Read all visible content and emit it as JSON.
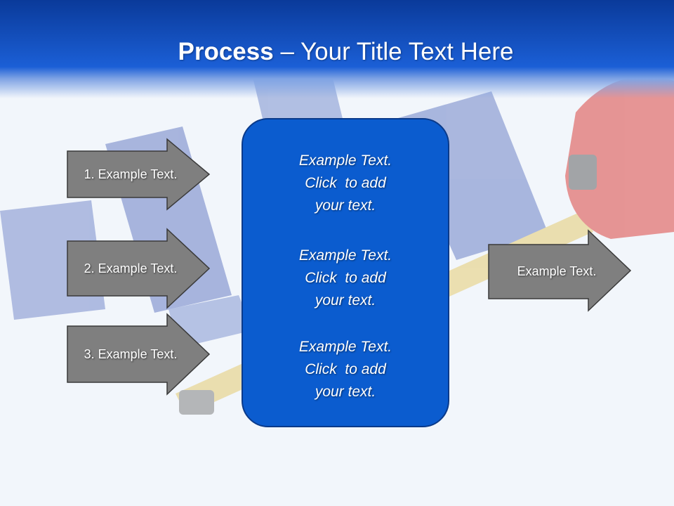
{
  "title": {
    "bold": "Process",
    "rest": " – Your Title Text Here"
  },
  "left_arrows": [
    {
      "label": "1. Example Text."
    },
    {
      "label": "2. Example Text."
    },
    {
      "label": "3. Example Text."
    }
  ],
  "panel": {
    "blocks": [
      {
        "line1": "Example Text.",
        "line2": "Click  to add",
        "line3": "your text."
      },
      {
        "line1": "Example Text.",
        "line2": "Click  to add",
        "line3": "your text."
      },
      {
        "line1": "Example Text.",
        "line2": "Click  to add",
        "line3": "your text."
      }
    ]
  },
  "right_arrow": {
    "label": "Example Text."
  },
  "colors": {
    "header_blue": "#1b5fd6",
    "panel_blue": "#0b5ccf",
    "arrow_gray": "#7f7f7f"
  }
}
